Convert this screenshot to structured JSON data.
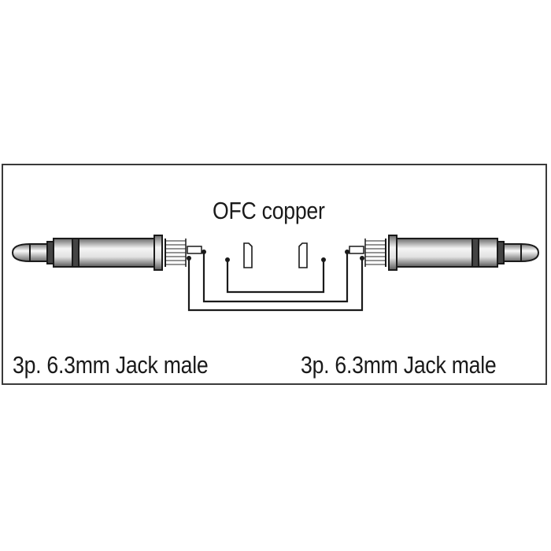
{
  "diagram": {
    "title": "OFC copper",
    "left_connector_label": "3p. 6.3mm Jack male",
    "right_connector_label": "3p. 6.3mm Jack male"
  },
  "colors": {
    "line": "#1a1a1a",
    "frame": "#3a3a3a",
    "metal_dark": "#555555",
    "metal_light": "#f2f2f2"
  },
  "icons": {
    "left_plug": "jack-plug-icon",
    "right_plug": "jack-plug-icon"
  }
}
